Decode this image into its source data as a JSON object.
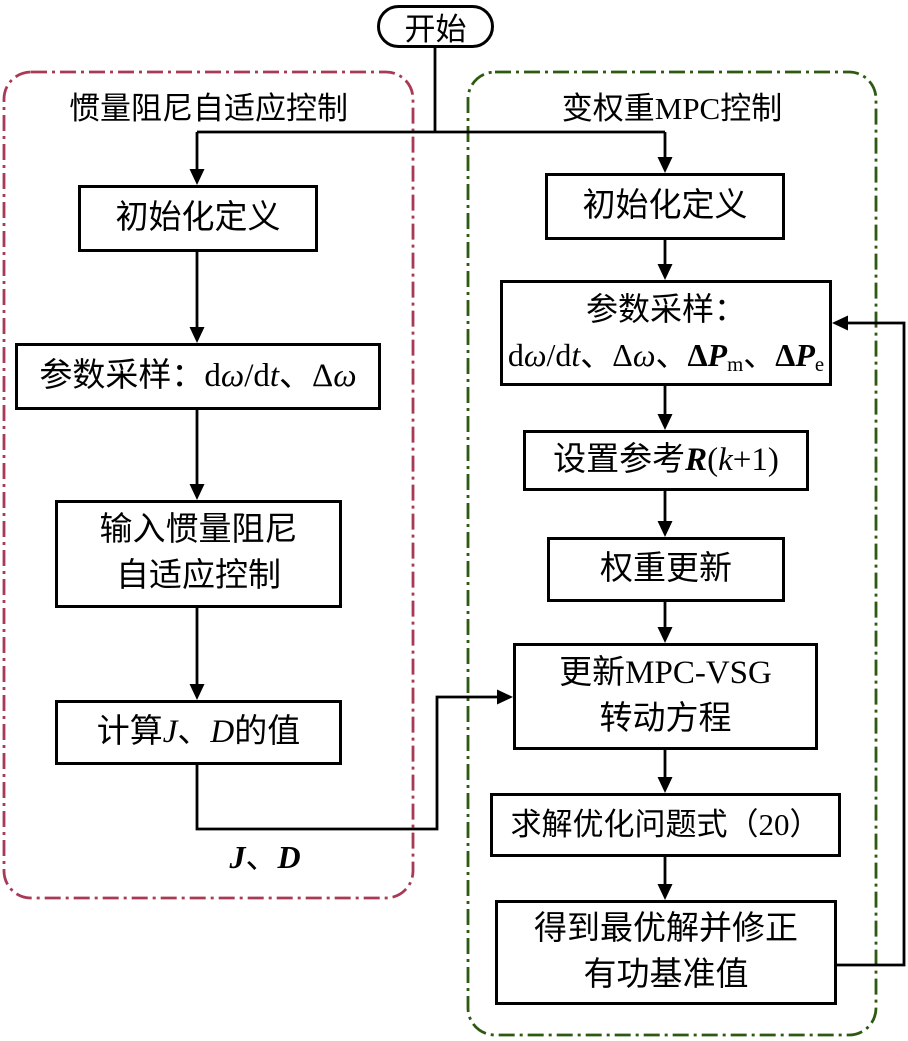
{
  "palette": {
    "left_border": "#a83a55",
    "right_border": "#2d5a10",
    "line_color": "#000000",
    "box_bg": "#ffffff"
  },
  "start": {
    "label": "开始"
  },
  "left_panel": {
    "title": "惯量阻尼自适应控制",
    "boxes": {
      "init": {
        "label": "初始化定义"
      },
      "sample": {
        "parts": [
          {
            "t": "参数采样：d"
          },
          {
            "t": "ω",
            "st": "i"
          },
          {
            "t": "/d"
          },
          {
            "t": "t",
            "st": "i"
          },
          {
            "t": "、Δ"
          },
          {
            "t": "ω",
            "st": "i"
          }
        ]
      },
      "input": {
        "line1": "输入惯量阻尼",
        "line2": "自适应控制"
      },
      "calc": {
        "parts": [
          {
            "t": "计算"
          },
          {
            "t": "J",
            "st": "i"
          },
          {
            "t": "、"
          },
          {
            "t": "D",
            "st": "i"
          },
          {
            "t": "的值"
          }
        ]
      }
    },
    "output_label": {
      "parts": [
        {
          "t": "J",
          "st": "bi"
        },
        {
          "t": "、"
        },
        {
          "t": "D",
          "st": "bi"
        }
      ]
    }
  },
  "right_panel": {
    "title": "变权重MPC控制",
    "boxes": {
      "init": {
        "label": "初始化定义"
      },
      "sample": {
        "line1": "参数采样：",
        "line2_parts": [
          {
            "t": "d"
          },
          {
            "t": "ω",
            "st": "i"
          },
          {
            "t": "/d"
          },
          {
            "t": "t",
            "st": "i"
          },
          {
            "t": "、Δ"
          },
          {
            "t": "ω",
            "st": "i"
          },
          {
            "t": "、"
          },
          {
            "t": "Δ",
            "st": "b"
          },
          {
            "t": "P",
            "st": "bi"
          },
          {
            "t": "m",
            "st": "sub"
          },
          {
            "t": "、"
          },
          {
            "t": "Δ",
            "st": "b"
          },
          {
            "t": "P",
            "st": "bi"
          },
          {
            "t": "e",
            "st": "sub"
          }
        ]
      },
      "reference": {
        "parts": [
          {
            "t": "设置参考"
          },
          {
            "t": "R",
            "st": "bi"
          },
          {
            "t": "("
          },
          {
            "t": "k",
            "st": "i"
          },
          {
            "t": "+1)"
          }
        ]
      },
      "weight": {
        "label": "权重更新"
      },
      "update": {
        "line1": "更新MPC-VSG",
        "line2": "转动方程"
      },
      "solve": {
        "label": "求解优化问题式（20）"
      },
      "result": {
        "line1": "得到最优解并修正",
        "line2": "有功基准值"
      }
    }
  }
}
